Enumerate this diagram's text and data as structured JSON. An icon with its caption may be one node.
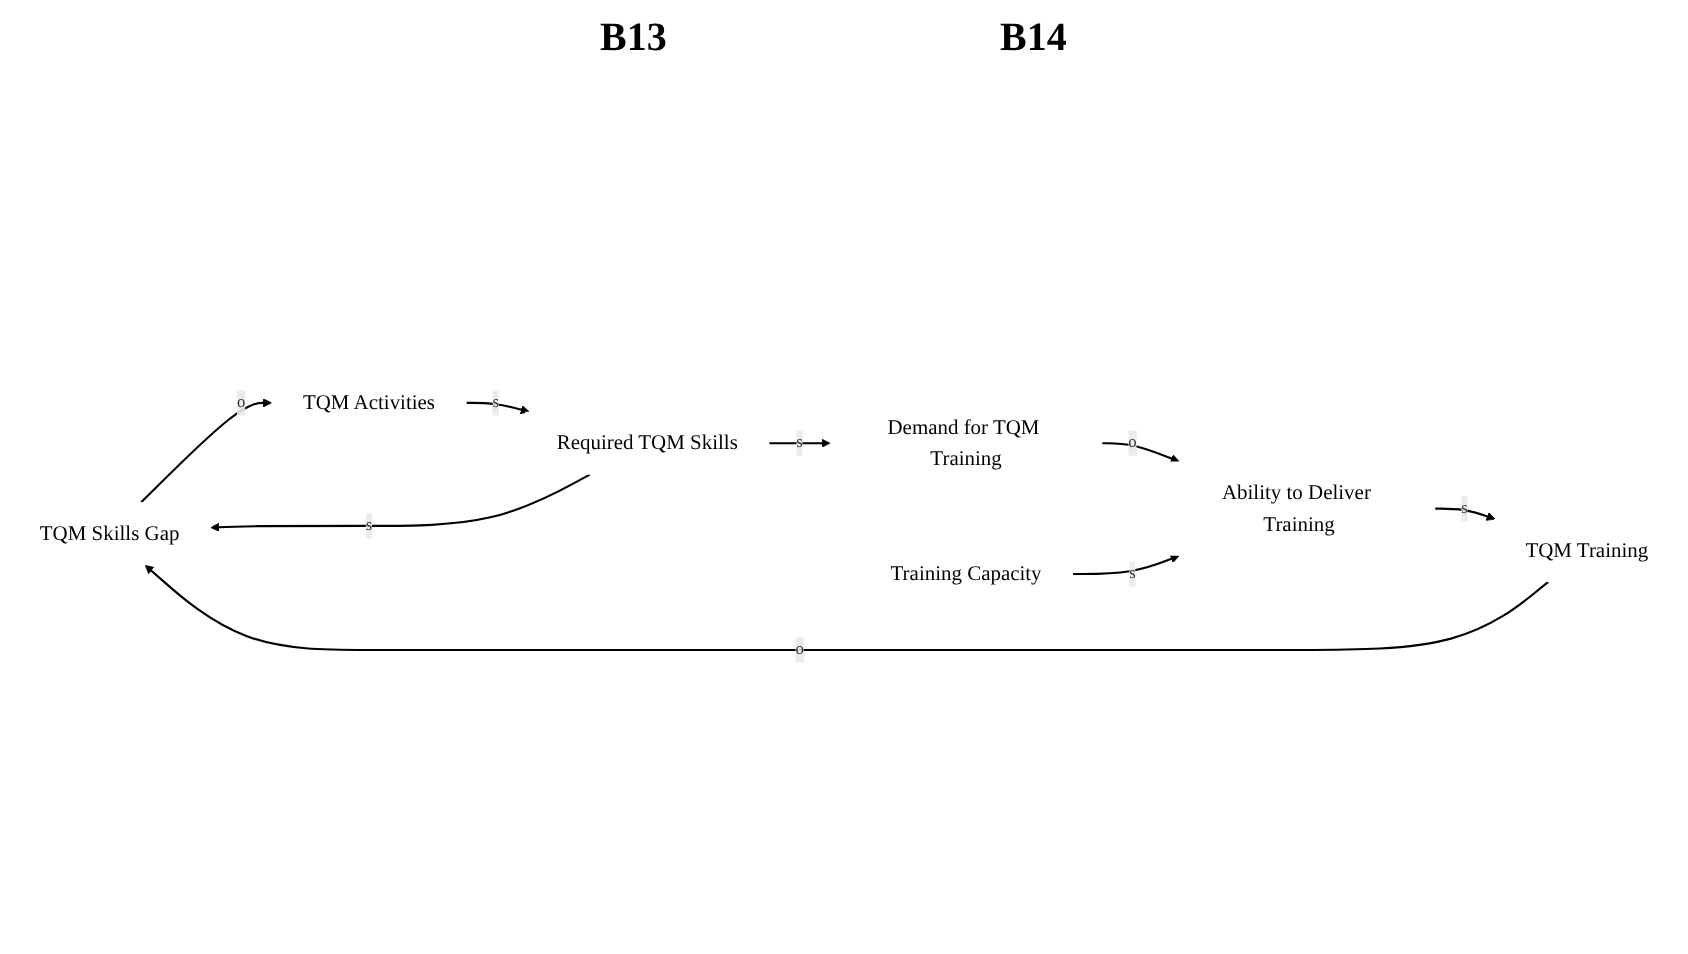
{
  "diagram": {
    "nodes": [
      {
        "text": [
          "TQM Skills Gap"
        ]
      },
      {
        "text": [
          "TQM Training"
        ]
      },
      {
        "text": [
          "Training Capacity"
        ]
      },
      {
        "text": [
          "TQM Activities"
        ]
      },
      {
        "text": [
          "Ability to Deliver Training"
        ]
      },
      {
        "text": [
          "Required TQM Skills"
        ]
      },
      {
        "text": [
          "Demand for TQM Training"
        ]
      }
    ],
    "edges": [
      {
        "from": 0,
        "to": 3,
        "arrow": "to",
        "label": "o"
      },
      {
        "from": 3,
        "to": 5,
        "arrow": "to",
        "label": "s"
      },
      {
        "from": 5,
        "to": 0,
        "arrow": "to",
        "label": "s"
      },
      {
        "from": 5,
        "to": 6,
        "arrow": "to",
        "label": "s"
      },
      {
        "from": 6,
        "to": 4,
        "arrow": "to",
        "label": "o"
      },
      {
        "from": 4,
        "to": 1,
        "arrow": "to",
        "label": "s"
      },
      {
        "from": 2,
        "to": 4,
        "arrow": "to",
        "label": "s"
      },
      {
        "from": 1,
        "to": 0,
        "arrow": "to",
        "label": "o"
      }
    ],
    "labels": [
      "B13",
      "B14"
    ]
  }
}
